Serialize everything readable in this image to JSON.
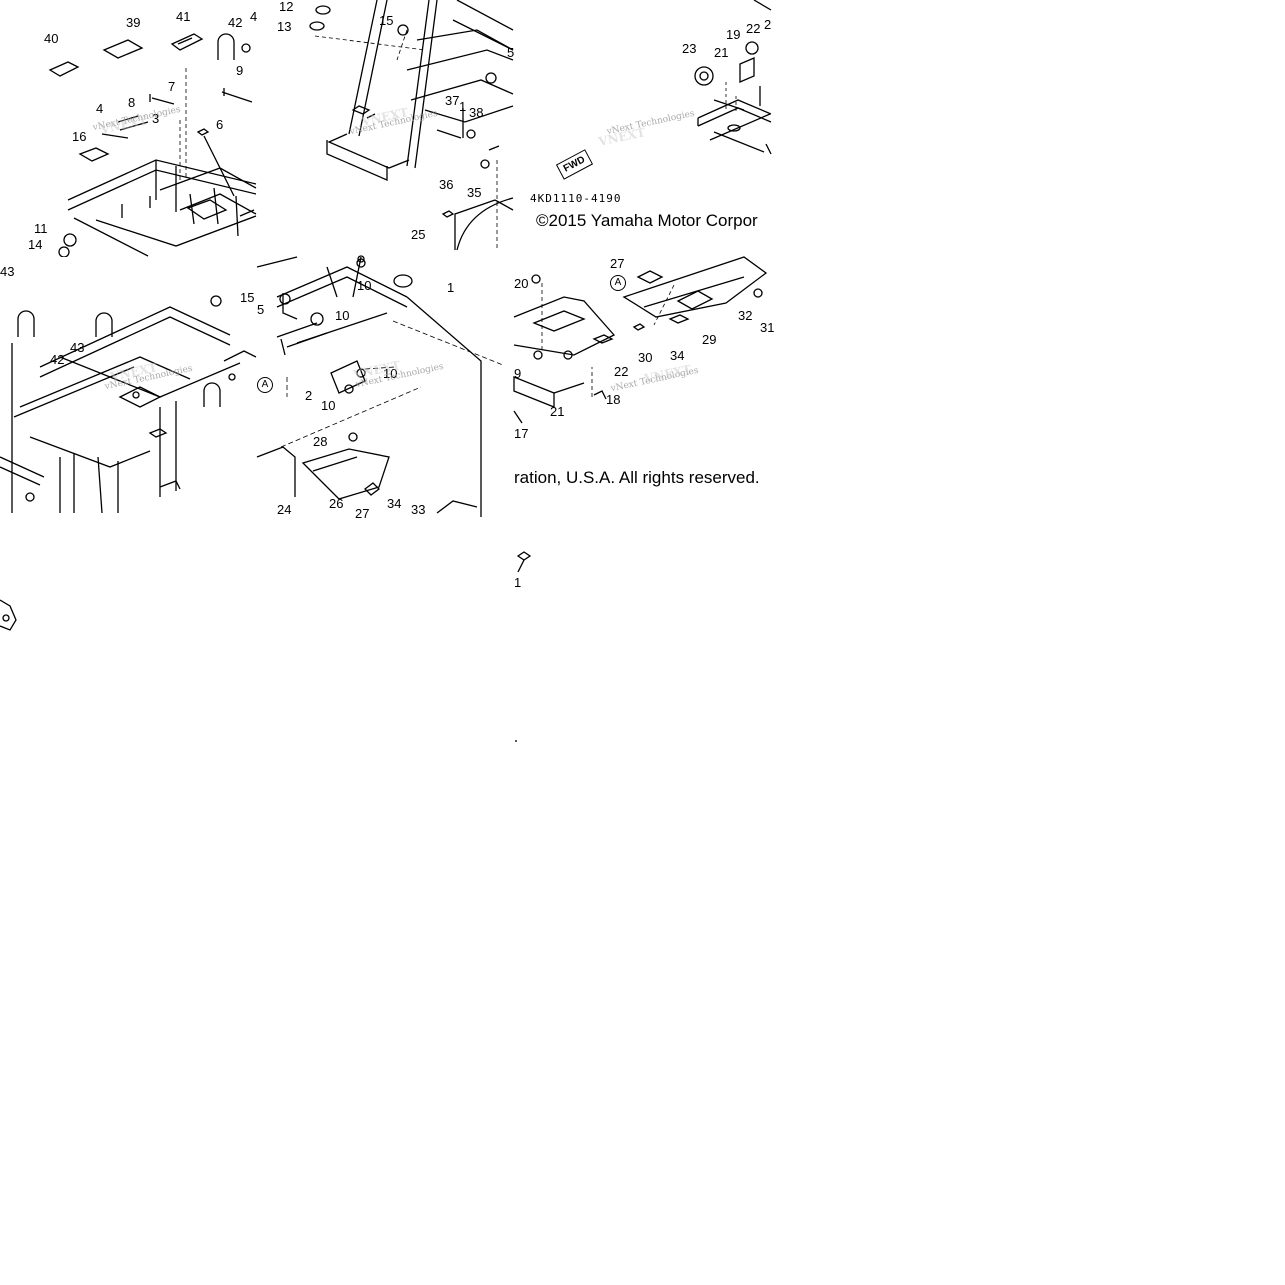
{
  "diagram": {
    "part_code": "4KD1110-4190",
    "copyright_start": "©2015 Yamaha Motor Corpor",
    "copyright_end": "ration, U.S.A. All rights reserved.",
    "watermark_text": "vNext Technologies",
    "watermark_logo": "VNEXT",
    "fwd_label": "FWD",
    "ref_marker": "A",
    "callouts": {
      "top_left": [
        "39",
        "41",
        "42",
        "4",
        "40",
        "9",
        "7",
        "4",
        "8",
        "3",
        "16",
        "6",
        "11",
        "14"
      ],
      "top_middle": [
        "12",
        "13",
        "15",
        "5",
        "37",
        "1",
        "38",
        "36",
        "35",
        "25"
      ],
      "top_right": [
        "23",
        "19",
        "22",
        "2",
        "21"
      ],
      "mid_left": [
        "43",
        "15",
        "42",
        "43"
      ],
      "mid_middle": [
        "10",
        "1",
        "5",
        "10",
        "10",
        "2",
        "10",
        "28",
        "24",
        "26",
        "34",
        "27",
        "33"
      ],
      "mid_right": [
        "27",
        "20",
        "32",
        "31",
        "30",
        "34",
        "29",
        "22",
        "21",
        "18",
        "17",
        "9"
      ],
      "bottom_middle": [
        "1"
      ]
    }
  }
}
